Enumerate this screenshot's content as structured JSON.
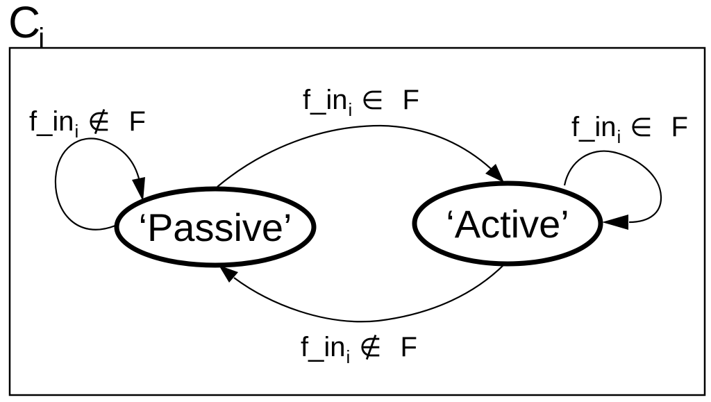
{
  "colors": {
    "ink": "#000000",
    "background": "#ffffff"
  },
  "figure": {
    "title": {
      "text": "C",
      "subscript": "i"
    }
  },
  "states": {
    "passive": {
      "label": "‘Passive’"
    },
    "active": {
      "label": "‘Active’"
    }
  },
  "transitions": [
    {
      "name": "passive-to-active",
      "from": "passive",
      "to": "active",
      "label": {
        "prefix": "f_in",
        "subscript": "i",
        "operator": "∈",
        "set": "F"
      }
    },
    {
      "name": "passive-self-loop",
      "from": "passive",
      "to": "passive",
      "label": {
        "prefix": "f_in",
        "subscript": "i",
        "operator": "∉",
        "set": "F"
      }
    },
    {
      "name": "active-self-loop",
      "from": "active",
      "to": "active",
      "label": {
        "prefix": "f_in",
        "subscript": "i",
        "operator": "∈",
        "set": "F"
      }
    },
    {
      "name": "active-to-passive",
      "from": "active",
      "to": "passive",
      "label": {
        "prefix": "f_in",
        "subscript": "i",
        "operator": "∉",
        "set": "F"
      }
    }
  ]
}
